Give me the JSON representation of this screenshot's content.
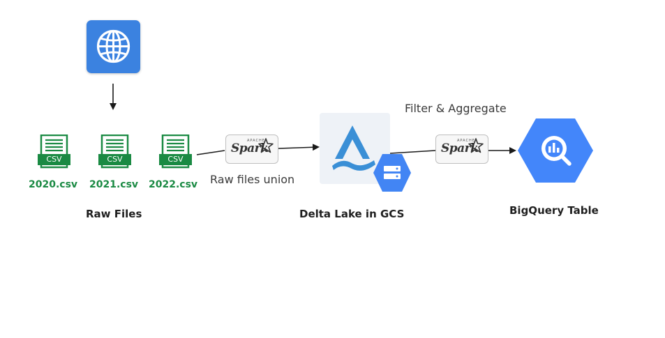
{
  "source": {
    "icon": "globe-icon"
  },
  "raw_files": {
    "files": [
      {
        "badge": "CSV",
        "name": "2020.csv"
      },
      {
        "badge": "CSV",
        "name": "2021.csv"
      },
      {
        "badge": "CSV",
        "name": "2022.csv"
      }
    ],
    "caption": "Raw Files"
  },
  "union_step": {
    "engine_apache": "APACHE",
    "engine": "Spark",
    "label": "Raw files union"
  },
  "delta_lake": {
    "icon": "delta-lake-icon",
    "badge_icon": "gcs-storage-icon",
    "caption": "Delta Lake in GCS"
  },
  "aggregate_step": {
    "engine_apache": "APACHE",
    "engine": "Spark",
    "label": "Filter & Aggregate"
  },
  "bigquery": {
    "icon": "bigquery-icon",
    "caption": "BigQuery Table"
  },
  "colors": {
    "web_blue": "#3b82e0",
    "csv_green": "#1a8a43",
    "delta_blue": "#3a8fd6",
    "gcs_blue": "#4285f4",
    "bq_blue": "#4386fa"
  }
}
